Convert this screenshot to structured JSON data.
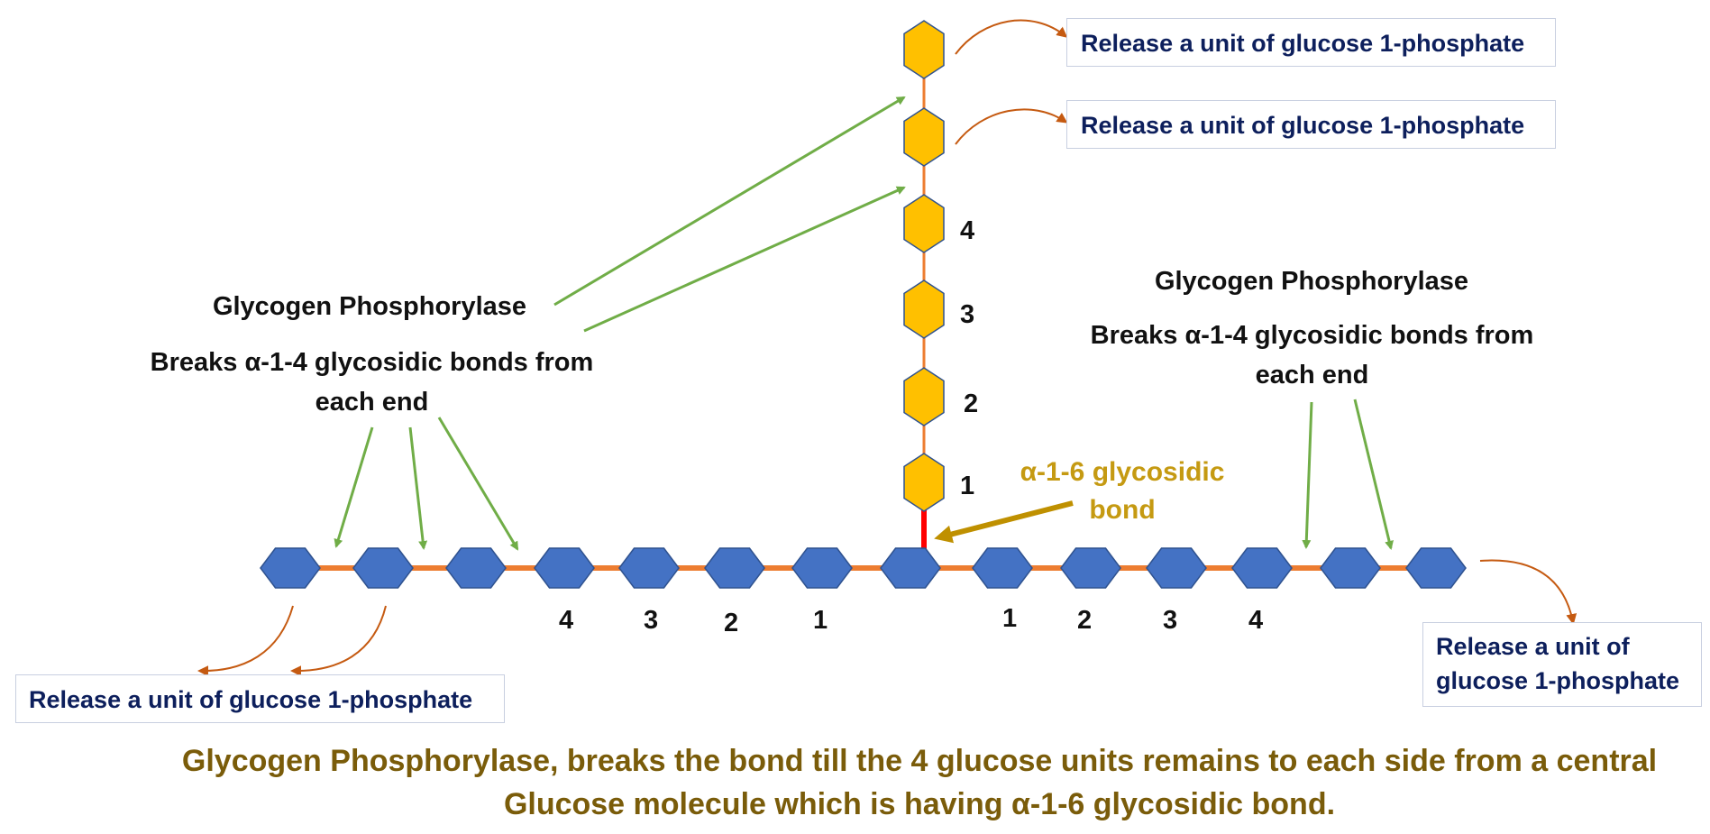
{
  "release_boxes": {
    "top_1": "Release a unit of glucose 1-phosphate",
    "top_2": "Release a unit of glucose 1-phosphate",
    "bottom_left": "Release a unit of glucose 1-phosphate",
    "bottom_right_line1": "Release a unit of",
    "bottom_right_line2": "glucose 1-phosphate"
  },
  "enzyme_left": {
    "name": "Glycogen Phosphorylase",
    "desc_line1": "Breaks α-1-4 glycosidic bonds from",
    "desc_line2": "each end"
  },
  "enzyme_right": {
    "name": "Glycogen Phosphorylase",
    "desc_line1": "Breaks α-1-4 glycosidic bonds from",
    "desc_line2": "each end"
  },
  "branch_bond": {
    "line1": "α-1-6 glycosidic",
    "line2": "bond"
  },
  "numbers": {
    "vertical": [
      "4",
      "3",
      "2",
      "1"
    ],
    "left": [
      "4",
      "3",
      "2",
      "1"
    ],
    "right": [
      "1",
      "2",
      "3",
      "4"
    ]
  },
  "caption": {
    "line1": "Glycogen Phosphorylase, breaks the bond till the 4 glucose units remains to each side from a central",
    "line2": "Glucose molecule which is having  α-1-6 glycosidic bond."
  },
  "colors": {
    "branch_glucose": "#ffc000",
    "chain_glucose": "#4472c4",
    "chain_link": "#ed7d31",
    "branch_bond": "#ff0000",
    "enzyme_arrow": "#70ad47",
    "release_arrow": "#c55a11",
    "bond_arrow": "#bf9000",
    "caption_text": "#7a5c0a"
  }
}
